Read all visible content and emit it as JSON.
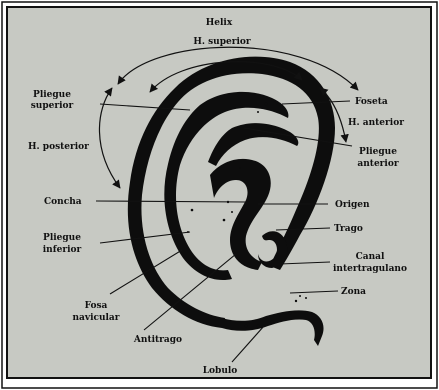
{
  "colors": {
    "panel": "#c7c9c3",
    "ink": "#0d0d0d",
    "page": "#ffffff"
  },
  "labels": {
    "helix": "Helix",
    "h_superior": "H. superior",
    "pliegue_superior_1": "Pliegue",
    "pliegue_superior_2": "superior",
    "foseta": "Foseta",
    "h_anterior": "H. anterior",
    "h_posterior": "H. posterior",
    "pliegue_anterior_1": "Pliegue",
    "pliegue_anterior_2": "anterior",
    "concha": "Concha",
    "origen": "Origen",
    "trago": "Trago",
    "pliegue_inferior_1": "Pliegue",
    "pliegue_inferior_2": "inferior",
    "canal_1": "Canal",
    "canal_2": "intertragulano",
    "zona": "Zona",
    "fosa_1": "Fosa",
    "fosa_2": "navicular",
    "antitrago": "Antitrago",
    "lobulo": "Lobulo"
  }
}
